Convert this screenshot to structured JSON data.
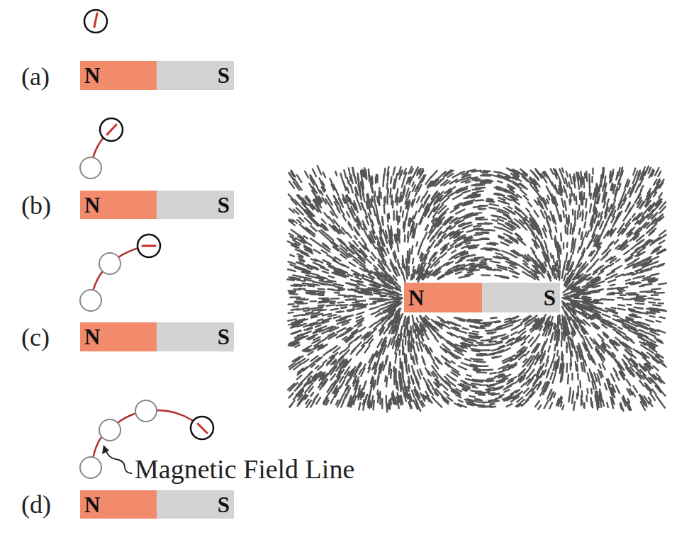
{
  "diagram": {
    "nodes": [
      {
        "text": [
          "N"
        ]
      },
      {
        "text": [
          "S"
        ]
      },
      {
        "text": [
          "N"
        ]
      },
      {
        "text": [
          "S"
        ]
      },
      {
        "text": [
          "N"
        ]
      },
      {
        "text": [
          "S"
        ]
      },
      {
        "text": [
          "N"
        ]
      },
      {
        "text": [
          "S"
        ]
      },
      {
        "text": [
          "N"
        ]
      },
      {
        "text": [
          "S"
        ]
      }
    ],
    "labels": [
      "(a)",
      "(b)",
      "(c)",
      "(d)",
      "Magnetic Field Line"
    ]
  }
}
